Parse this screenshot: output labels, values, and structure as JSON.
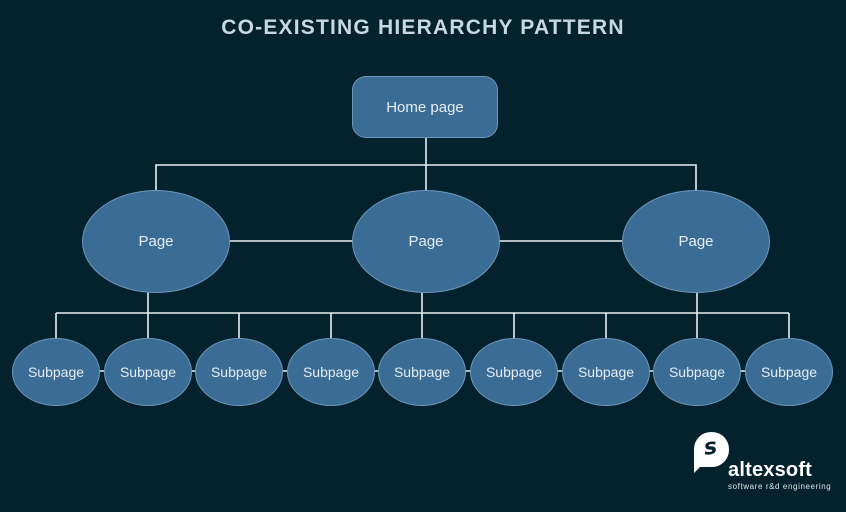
{
  "title": "CO-EXISTING HIERARCHY PATTERN",
  "nodes": {
    "home": {
      "label": "Home page"
    },
    "pages": [
      {
        "label": "Page"
      },
      {
        "label": "Page"
      },
      {
        "label": "Page"
      }
    ],
    "subpages": [
      {
        "label": "Subpage"
      },
      {
        "label": "Subpage"
      },
      {
        "label": "Subpage"
      },
      {
        "label": "Subpage"
      },
      {
        "label": "Subpage"
      },
      {
        "label": "Subpage"
      },
      {
        "label": "Subpage"
      },
      {
        "label": "Subpage"
      },
      {
        "label": "Subpage"
      }
    ]
  },
  "logo": {
    "wordmark": "altexsoft",
    "tagline": "software r&d engineering",
    "mark_letter": "s",
    "mark_icon": "speech-bubble-s-icon"
  },
  "colors": {
    "background": "#04212E",
    "node_fill": "#3B6C95",
    "connector": "#E7EFF4",
    "title_text": "#C8D8E2",
    "label_text": "#E4EDF3",
    "logo_text": "#FFFFFF"
  }
}
